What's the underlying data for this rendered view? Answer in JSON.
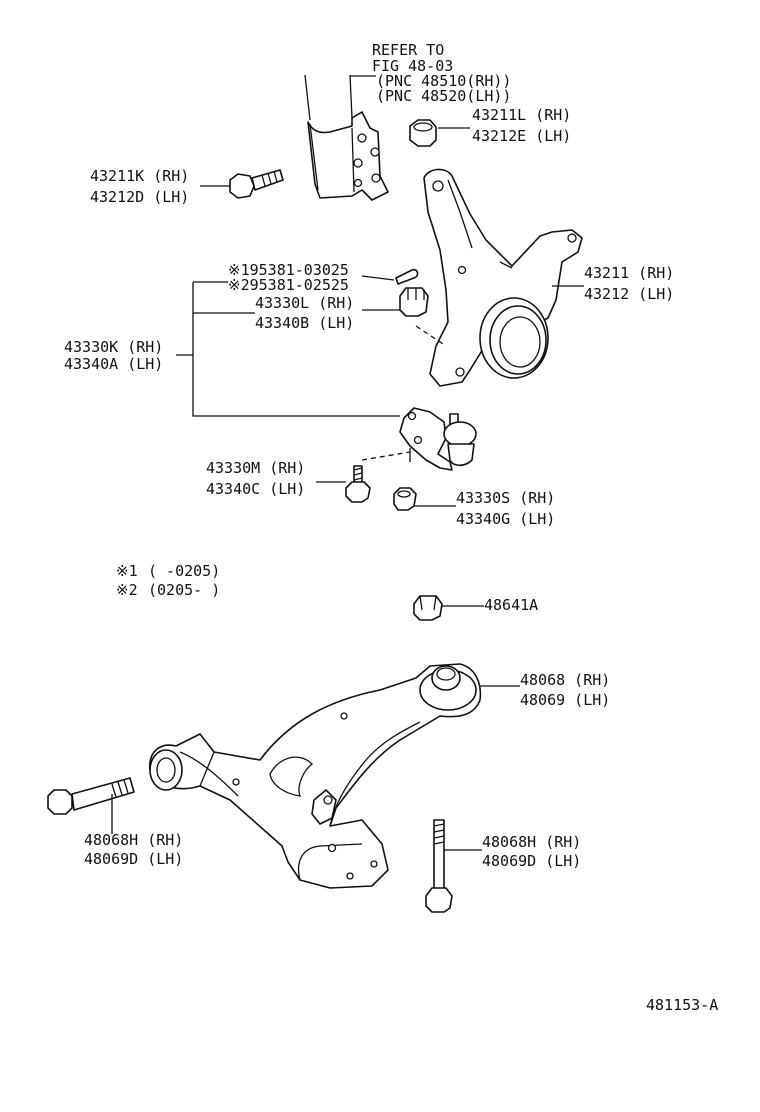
{
  "refer": {
    "line1": "REFER TO",
    "line2": "FIG 48-03",
    "line3": "(PNC 48510(RH))",
    "line4": "(PNC 48520(LH))"
  },
  "labels": {
    "nut_top_rh": "43211L (RH)",
    "nut_top_lh": "43212E (LH)",
    "bolt_top_rh": "43211K (RH)",
    "bolt_top_lh": "43212D (LH)",
    "knuckle_rh": "43211 (RH)",
    "knuckle_lh": "43212 (LH)",
    "pin_1": "※195381-03025",
    "pin_2": "※295381-02525",
    "nut_ball_rh": "43330L (RH)",
    "nut_ball_lh": "43340B (LH)",
    "ball_rh": "43330K (RH)",
    "ball_lh": "43340A (LH)",
    "bolt_ball_rh": "43330M (RH)",
    "bolt_ball_lh": "43340C (LH)",
    "nut_small_rh": "43330S (RH)",
    "nut_small_lh": "43340G (LH)",
    "note_1_mark": "※1",
    "note_1_range": "(       -0205)",
    "note_2_mark": "※2",
    "note_2_range": "(0205-       )",
    "nut_arm": "48641A",
    "arm_rh": "48068 (RH)",
    "arm_lh": "48069 (LH)",
    "bolt_arm_left_rh": "48068H (RH)",
    "bolt_arm_left_lh": "48069D (LH)",
    "bolt_arm_right_rh": "48068H (RH)",
    "bolt_arm_right_lh": "48069D (LH)",
    "figure_id": "481153-A"
  }
}
